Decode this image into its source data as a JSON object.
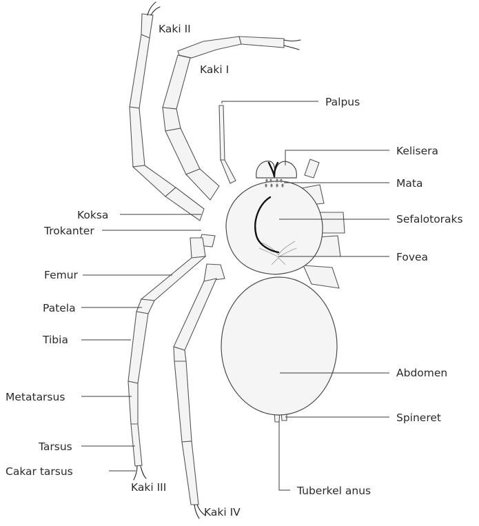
{
  "colors": {
    "outline": "#555555",
    "fill": "#f4f4f4",
    "text": "#2a2a2a",
    "leader_line": "#3a3a3a",
    "mark": "#111111"
  },
  "labels": {
    "kaki_ii": "Kaki II",
    "kaki_i": "Kaki I",
    "palpus": "Palpus",
    "kelisera": "Kelisera",
    "mata": "Mata",
    "sefalotoraks": "Sefalotoraks",
    "fovea": "Fovea",
    "abdomen": "Abdomen",
    "spineret": "Spineret",
    "tuberkel_anus": "Tuberkel anus",
    "koksa": "Koksa",
    "trokanter": "Trokanter",
    "femur": "Femur",
    "patela": "Patela",
    "tibia": "Tibia",
    "metatarsus": "Metatarsus",
    "tarsus": "Tarsus",
    "cakar_tarsus": "Cakar tarsus",
    "kaki_iii": "Kaki III",
    "kaki_iv": "Kaki IV"
  }
}
